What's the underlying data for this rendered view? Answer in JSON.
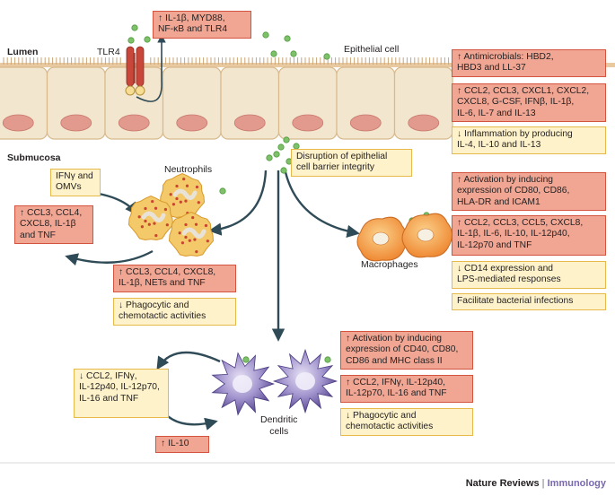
{
  "labels": {
    "lumen": "Lumen",
    "submucosa": "Submucosa",
    "tlr4": "TLR4",
    "epithelial_cell": "Epithelial cell",
    "neutrophils": "Neutrophils",
    "macrophages": "Macrophages",
    "dendritic_cells": "Dendritic\ncells"
  },
  "boxes": {
    "tlr4_response": "↑ IL-1β, MYD88,\nNF-κB and TLR4",
    "antimicrobials": "↑ Antimicrobials: HBD2,\nHBD3 and LL-37",
    "epithelial_cytokines": "↑ CCL2, CCL3, CXCL1, CXCL2,\nCXCL8, G-CSF, IFNβ, IL-1β,\nIL-6, IL-7 and IL-13",
    "inflammation_reduction": "↓ Inflammation by producing\nIL-4, IL-10 and IL-13",
    "barrier_disruption": "Disruption of epithelial\ncell barrier integrity",
    "ifng_omvs": "IFNγ and\nOMVs",
    "neutrophil_out": "↑ CCL3, CCL4,\nCXCL8, IL-1β\nand TNF",
    "neutrophil_up": "↑ CCL3, CCL4, CXCL8,\nIL-1β, NETs and TNF",
    "neutrophil_down": "↓ Phagocytic and\nchemotactic activities",
    "macrophage_activation": "↑ Activation by inducing\nexpression of CD80, CD86,\nHLA-DR and ICAM1",
    "macrophage_cytokines": "↑ CCL2, CCL3, CCL5, CXCL8,\nIL-1β, IL-6, IL-10, IL-12p40,\nIL-12p70 and TNF",
    "macrophage_cd14": "↓ CD14 expression and\nLPS-mediated responses",
    "macrophage_infections": "Facilitate bacterial infections",
    "dc_activation": "↑ Activation by inducing\nexpression of CD40, CD80,\nCD86 and MHC class II",
    "dc_cytokines": "↑ CCL2, IFNγ, IL-12p40,\nIL-12p70, IL-16 and TNF",
    "dc_down": "↓ Phagocytic and\nchemotactic activities",
    "dc_left": "↓ CCL2, IFNγ,\nIL-12p40, IL-12p70,\nIL-16 and TNF",
    "dc_il10": "↑ IL-10"
  },
  "footer": {
    "journal": "Nature Reviews",
    "separator": " | ",
    "section": "Immunology"
  },
  "colors": {
    "red_box": "#f0a693",
    "yellow_box": "#fdf2c9",
    "epithelium": "#f3e6cf",
    "nucleus": "#e39a8e",
    "neutrophil": "#f3c96a",
    "macrophage": "#f08a3a",
    "dendritic": "#9a8cc8",
    "bacteria": "#7fc16a",
    "arrow": "#2f4b57"
  }
}
